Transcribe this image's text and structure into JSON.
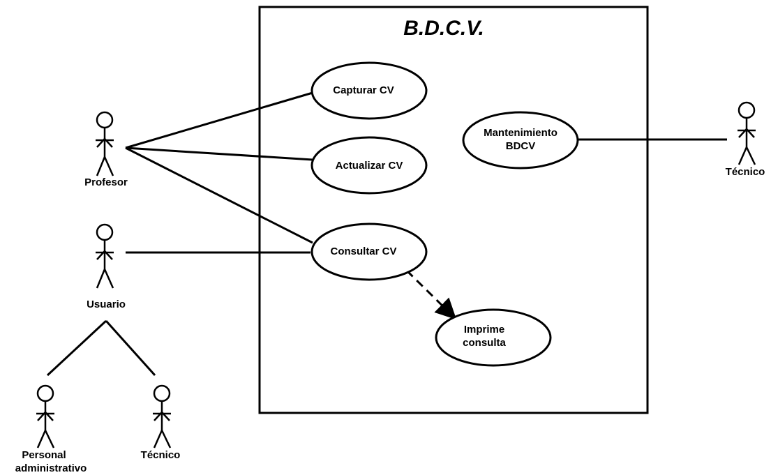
{
  "system": {
    "title": "B.D.C.V."
  },
  "use_cases": {
    "capturar": "Capturar CV",
    "actualizar": "Actualizar CV",
    "consultar": "Consultar CV",
    "mantenimiento_line1": "Mantenimiento",
    "mantenimiento_line2": "BDCV",
    "imprime_line1": "Imprime",
    "imprime_line2": "consulta"
  },
  "actors": {
    "profesor": "Profesor",
    "usuario": "Usuario",
    "tecnico_right": "Técnico",
    "personal_line1": "Personal",
    "personal_line2": "administrativo",
    "tecnico_bottom": "Técnico"
  },
  "relationships": {
    "include_style": "dashed-arrow"
  }
}
